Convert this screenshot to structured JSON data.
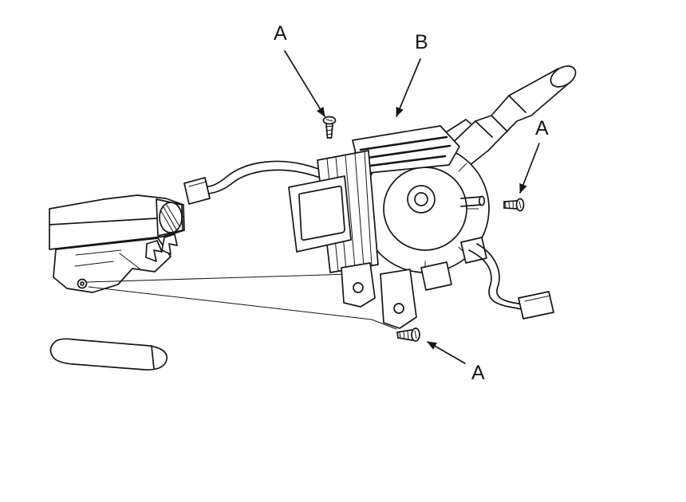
{
  "figure": {
    "colors": {
      "line": "#161616",
      "bg": "#ffffff"
    },
    "labels": {
      "a_top": "A",
      "b": "B",
      "a_right": "A",
      "a_bottom": "A"
    }
  }
}
